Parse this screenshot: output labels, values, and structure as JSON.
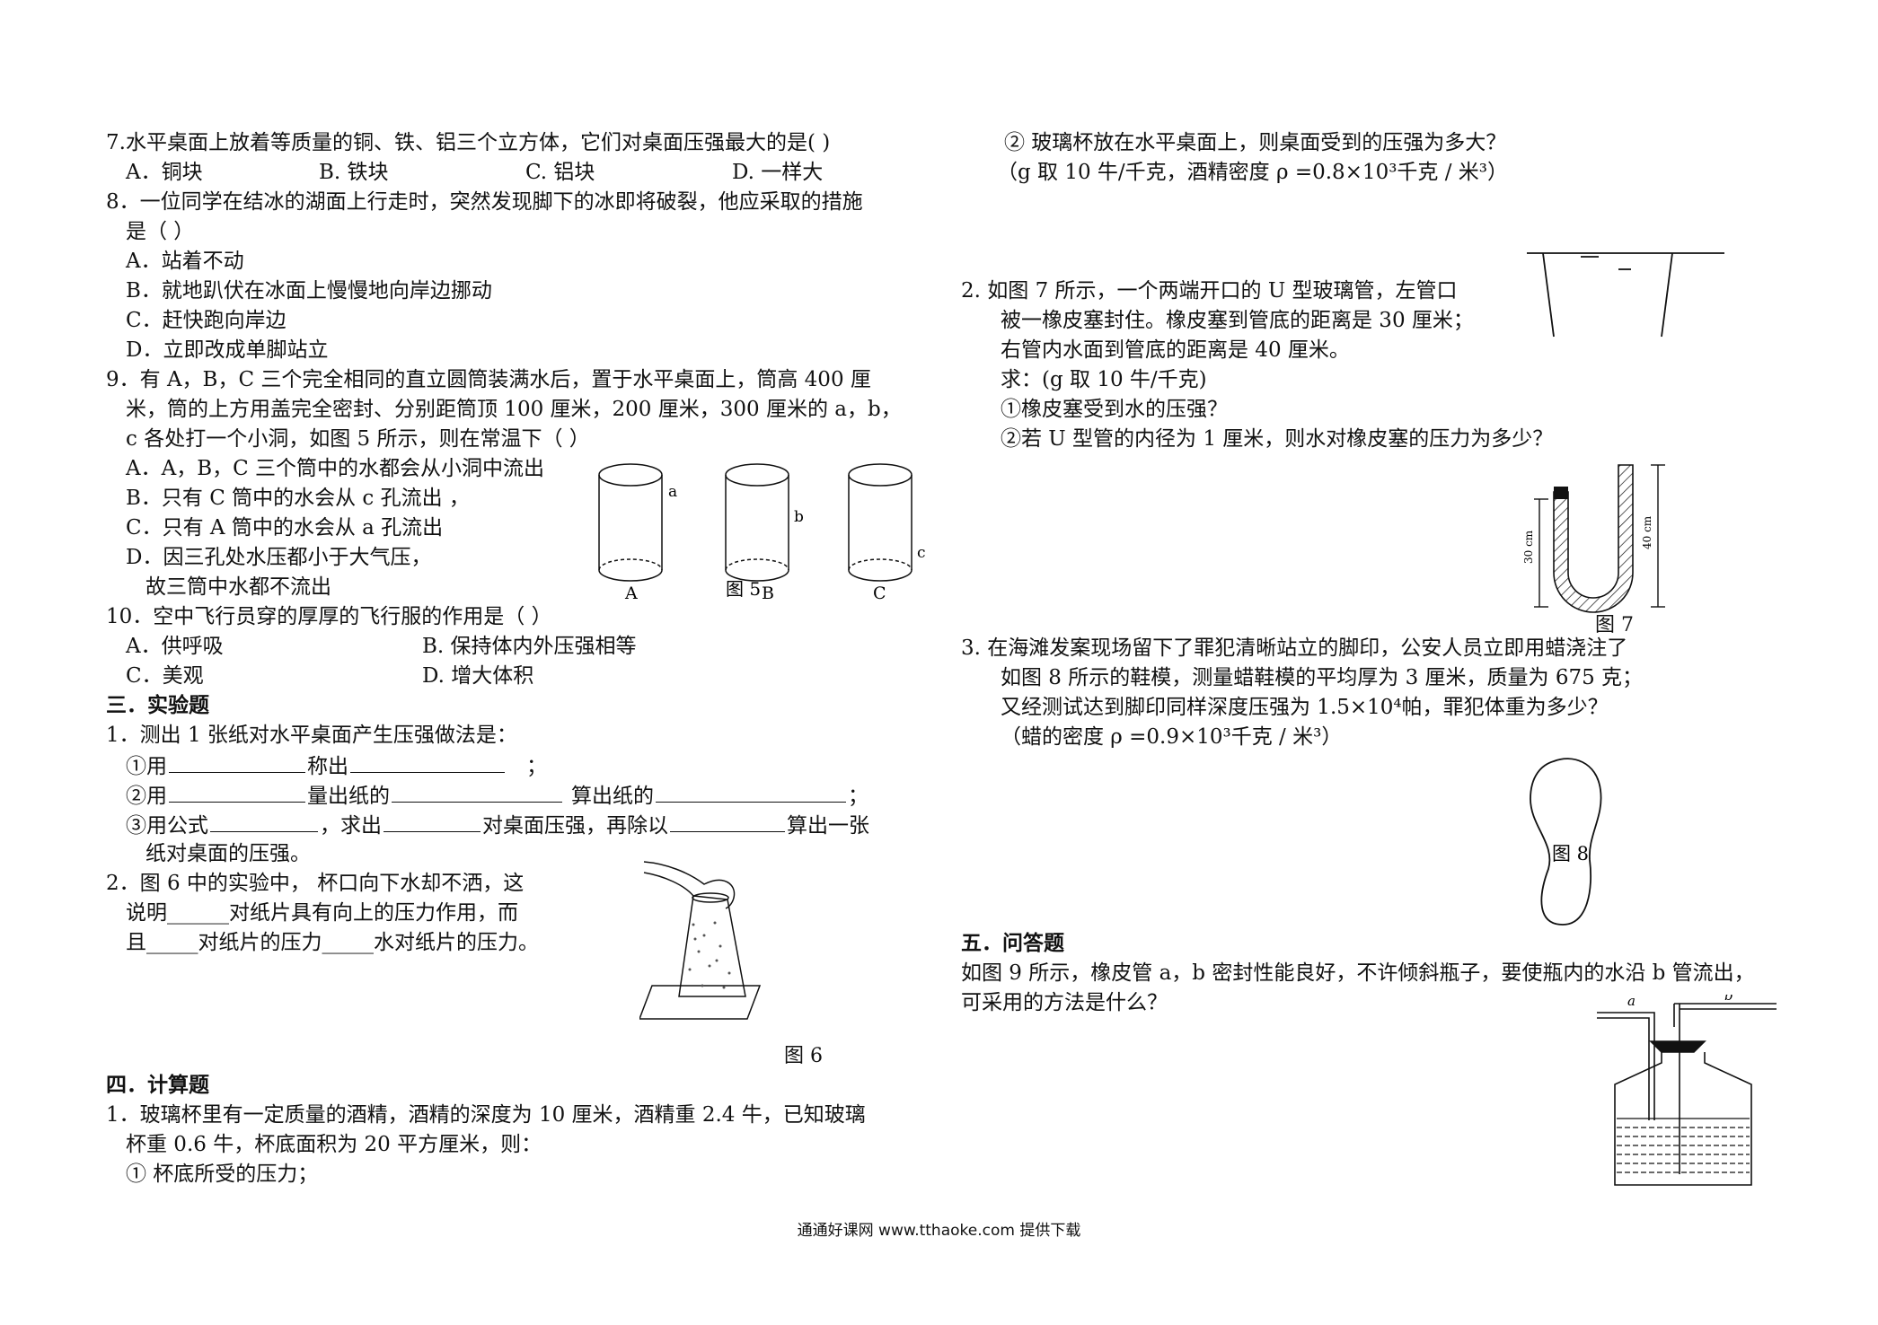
{
  "left": {
    "q7": "7.水平桌面上放着等质量的铜、铁、铝三个立方体，它们对桌面压强最大的是(          )",
    "q7_opts": [
      "A．铜块",
      "B. 铁块",
      "C. 铝块",
      "D. 一样大"
    ],
    "q8_l1": "8．一位同学在结冰的湖面上行走时，突然发现脚下的冰即将破裂，他应采取的措施",
    "q8_l2": "是（        ）",
    "q8_opts": [
      "A．站着不动",
      "B．就地趴伏在冰面上慢慢地向岸边挪动",
      "C．赶快跑向岸边",
      "D．立即改成单脚站立"
    ],
    "q9_l1": "9．有 A，B，C 三个完全相同的直立圆筒装满水后，置于水平桌面上，筒高 400 厘",
    "q9_l2": "米，筒的上方用盖完全密封、分别距筒顶 100 厘米，200 厘米，300 厘米的 a，b，",
    "q9_l3": "c 各处打一个小洞，如图 5 所示，则在常温下（                ）",
    "q9_opts": [
      "A．A，B，C 三个筒中的水都会从小洞中流出",
      "B．只有 C 筒中的水会从 c 孔流出 ，",
      "C．只有 A 筒中的水会从 a 孔流出",
      "D．因三孔处水压都小于大气压，"
    ],
    "q9_d2": "故三筒中水都不流出",
    "q10": "10．空中飞行员穿的厚厚的飞行服的作用是（              ）",
    "q10_opts": [
      "A．供呼吸",
      "B. 保持体内外压强相等",
      "C．美观",
      "D. 增大体积"
    ],
    "sec3": "三．实验题",
    "e1": "1．测出 1 张纸对水平桌面产生压强做法是：",
    "e1_1a": "①用",
    "e1_1b": "称出",
    "e1_1c": "；",
    "e1_2a": "②用",
    "e1_2b": "量出纸的",
    "e1_2c": "算出纸的",
    "e1_2d": "；",
    "e1_3a": "③用公式",
    "e1_3b": "，求出",
    "e1_3c": "对桌面压强，再除以",
    "e1_3d": "算出一张",
    "e1_3e": "纸对桌面的压强。",
    "e2_l1": "2．图 6 中的实验中，  杯口向下水却不洒，这",
    "e2_l2": "说明______对纸片具有向上的压力作用，而",
    "e2_l3": "且_____对纸片的压力_____水对纸片的压力。",
    "sec4": "四．计算题",
    "c1_l1": "1．玻璃杯里有一定质量的酒精，酒精的深度为 10 厘米，酒精重 2.4 牛，已知玻璃",
    "c1_l2": "杯重 0.6 牛，杯底面积为 20 平方厘米，则：",
    "c1_l3": "① 杯底所受的压力；"
  },
  "right": {
    "c1_l4": "② 玻璃杯放在水平桌面上，则桌面受到的压强为多大？",
    "c1_l5": "（g 取 10 牛/千克，酒精密度 ρ =0.8×10³千克 / 米³）",
    "c2_l1": "2. 如图 7 所示，一个两端开口的 U 型玻璃管，左管口",
    "c2_l2": "被一橡皮塞封住。橡皮塞到管底的距离是 30 厘米；",
    "c2_l3": "右管内水面到管底的距离是 40 厘米。",
    "c2_l4": "求：(g 取 10 牛/千克)",
    "c2_l5": "①橡皮塞受到水的压强？",
    "c2_l6": "②若 U 型管的内径为 1 厘米，则水对橡皮塞的压力为多少？",
    "c3_l1": "3. 在海滩发案现场留下了罪犯清晰站立的脚印，公安人员立即用蜡浇注了",
    "c3_l2": "如图 8 所示的鞋模，测量蜡鞋模的平均厚为 3 厘米，质量为 675 克；",
    "c3_l3": "又经测试达到脚印同样深度压强为 1.5×10⁴帕，罪犯体重为多少？",
    "c3_l4": "（蜡的密度 ρ =0.9×10³千克 / 米³）",
    "sec5": "五．问答题",
    "qa_l1": "如图 9 所示，橡皮管 a，b 密封性能良好，不许倾斜瓶子，要使瓶内的水沿 b 管流出，",
    "qa_l2": "可采用的方法是什么？"
  },
  "figures": {
    "fig5": {
      "caption": "图 5",
      "labels": [
        "A",
        "B",
        "C"
      ],
      "holes": [
        "a",
        "b",
        "c"
      ]
    },
    "fig6": {
      "caption": "图 6"
    },
    "fig7": {
      "caption": "图 7",
      "left_dim": "30 cm",
      "right_dim": "40 cm"
    },
    "fig8": {
      "caption": "图 8"
    },
    "fig9": {
      "labels": [
        "a",
        "b"
      ]
    }
  },
  "footer": "通通好课网  www.tthaoke.com  提供下载"
}
